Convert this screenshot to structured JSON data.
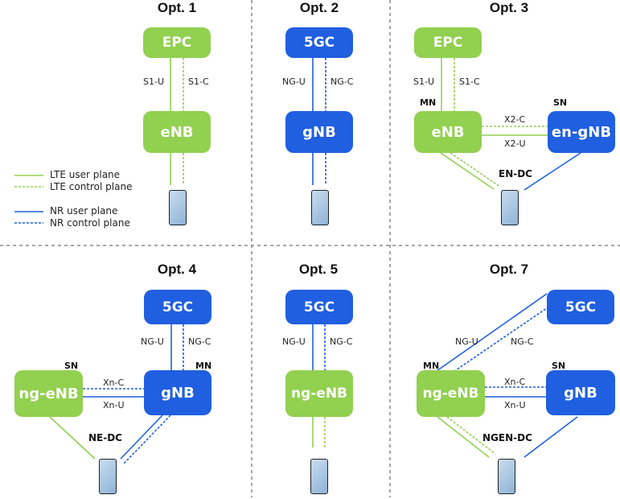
{
  "colors": {
    "lte": "#92d050",
    "nr": "#1f5fe0",
    "divider": "#888888"
  },
  "panels": {
    "opt1": {
      "title": "Opt. 1",
      "core": "EPC",
      "ran": "eNB",
      "user_if": "S1-U",
      "ctrl_if": "S1-C"
    },
    "opt2": {
      "title": "Opt. 2",
      "core": "5GC",
      "ran": "gNB",
      "user_if": "NG-U",
      "ctrl_if": "NG-C"
    },
    "opt3": {
      "title": "Opt. 3",
      "core": "EPC",
      "master": "eNB",
      "secondary": "en-gNB",
      "user_if": "S1-U",
      "ctrl_if": "S1-C",
      "x2c": "X2-C",
      "x2u": "X2-U",
      "mn": "MN",
      "sn": "SN",
      "dc": "EN-DC"
    },
    "opt4": {
      "title": "Opt. 4",
      "core": "5GC",
      "master": "gNB",
      "secondary": "ng-eNB",
      "user_if": "NG-U",
      "ctrl_if": "NG-C",
      "xnc": "Xn-C",
      "xnu": "Xn-U",
      "mn": "MN",
      "sn": "SN",
      "dc": "NE-DC"
    },
    "opt5": {
      "title": "Opt. 5",
      "core": "5GC",
      "ran": "ng-eNB",
      "user_if": "NG-U",
      "ctrl_if": "NG-C"
    },
    "opt7": {
      "title": "Opt. 7",
      "core": "5GC",
      "master": "ng-eNB",
      "secondary": "gNB",
      "user_if": "NG-U",
      "ctrl_if": "NG-C",
      "xnc": "Xn-C",
      "xnu": "Xn-U",
      "mn": "MN",
      "sn": "SN",
      "dc": "NGEN-DC"
    }
  },
  "legend": {
    "lte_user": "LTE user plane",
    "lte_ctrl": "LTE control plane",
    "nr_user": "NR user plane",
    "nr_ctrl": "NR control plane"
  }
}
